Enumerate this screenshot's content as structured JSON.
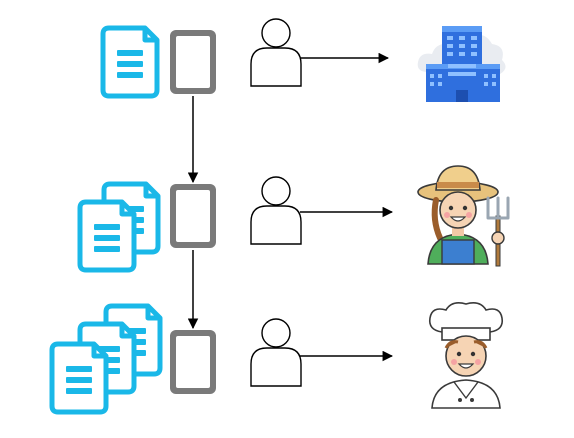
{
  "rows": [
    {
      "documents": 1,
      "device": "phone-icon",
      "person": "person-outline-icon",
      "target": "office-building-icon"
    },
    {
      "documents": 2,
      "device": "phone-icon",
      "person": "person-outline-icon",
      "target": "farmer-icon"
    },
    {
      "documents": 3,
      "device": "phone-icon",
      "person": "person-outline-icon",
      "target": "chef-icon"
    }
  ],
  "colors": {
    "document": "#1ab8e8",
    "phone": "#7a7a7a",
    "line": "#000000",
    "building": "#2f6fde",
    "building_light": "#5b9cf5",
    "cloud": "#e9ecf1"
  }
}
